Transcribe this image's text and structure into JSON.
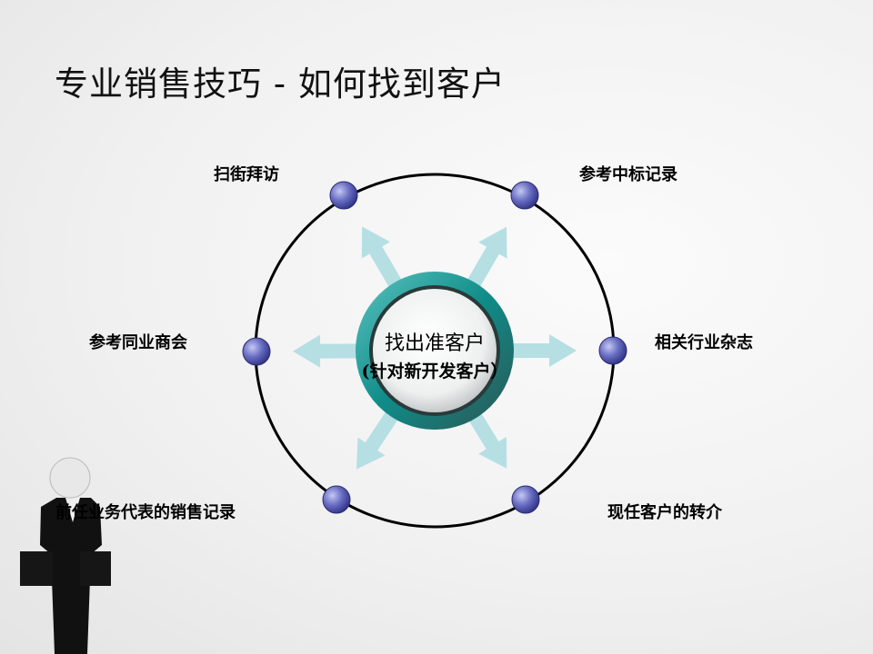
{
  "title": "专业销售技巧 - 如何找到客户",
  "center": {
    "line1": "找出准客户",
    "line2": "(针对新开发客户）"
  },
  "nodes": [
    {
      "label": "扫街拜访"
    },
    {
      "label": "参考中标记录"
    },
    {
      "label": "参考同业商会"
    },
    {
      "label": "相关行业杂志"
    },
    {
      "label": "前任业务代表的销售记录"
    },
    {
      "label": "现任客户的转介"
    }
  ],
  "colors": {
    "ring": "#0f8c88",
    "arrow": "#b5dfe3",
    "dot": "#5b5fb5"
  }
}
